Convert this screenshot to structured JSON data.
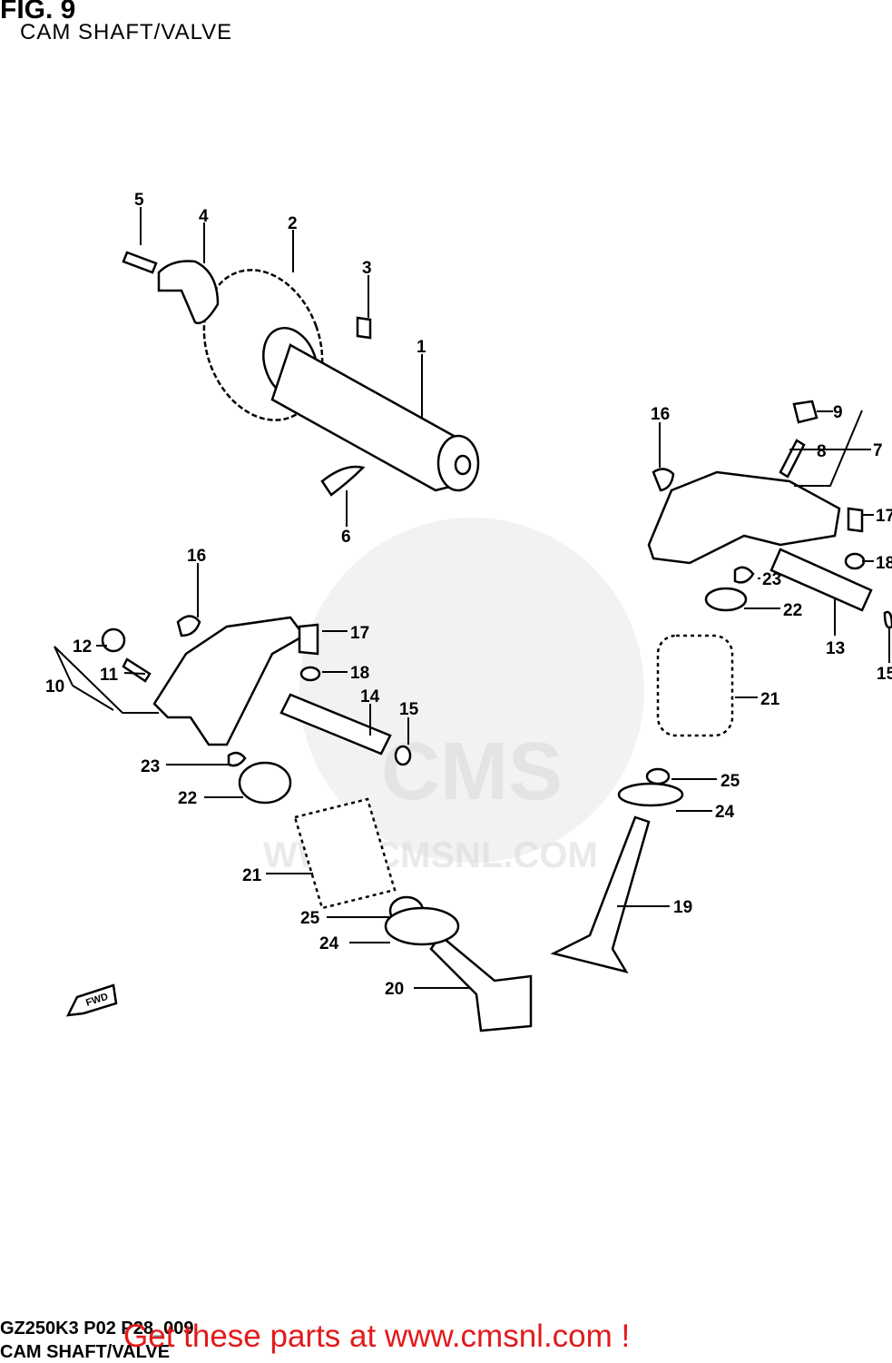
{
  "header": {
    "fig_number": "FIG. 9",
    "fig_title": "CAM SHAFT/VALVE"
  },
  "watermark": {
    "brand": "CMS",
    "url": "WWW.CMSNL.COM"
  },
  "direction_badge": "FWD",
  "callouts": {
    "c1": "1",
    "c2": "2",
    "c3": "3",
    "c4": "4",
    "c5": "5",
    "c6": "6",
    "c7": "7",
    "c8": "8",
    "c9": "9",
    "c10": "10",
    "c11": "11",
    "c12": "12",
    "c13": "13",
    "c14": "14",
    "c15a": "15",
    "c15b": "15",
    "c16a": "16",
    "c16b": "16",
    "c17a": "17",
    "c17b": "17",
    "c18a": "18",
    "c18b": "18",
    "c19": "19",
    "c20": "20",
    "c21a": "21",
    "c21b": "21",
    "c22a": "22",
    "c22b": "22",
    "c23a": "23",
    "c23b": "23",
    "c24a": "24",
    "c24b": "24",
    "c25a": "25",
    "c25b": "25"
  },
  "footer": {
    "code": "GZ250K3 P02 P28_009",
    "title": "CAM SHAFT/VALVE",
    "promo": "Get these parts at www.cmsnl.com !"
  },
  "colors": {
    "promo": "#e3191b",
    "watermark": "#d9d9d9",
    "ink": "#000000"
  }
}
